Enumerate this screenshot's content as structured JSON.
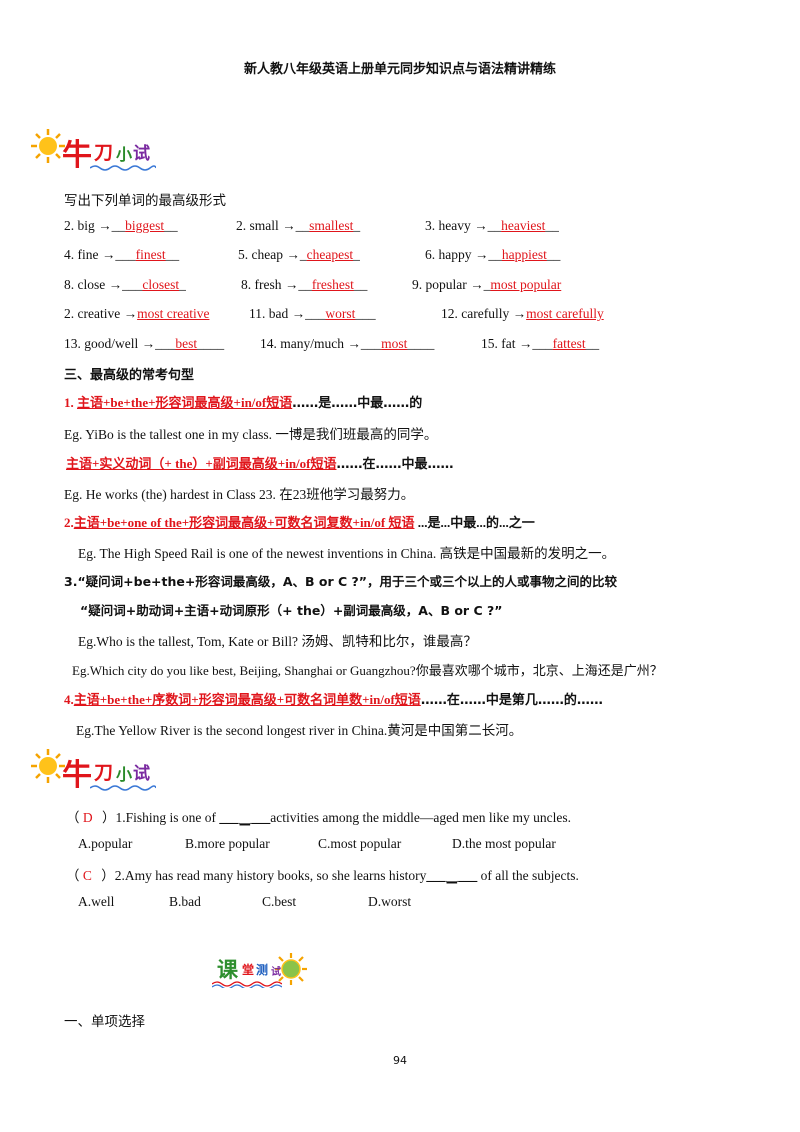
{
  "header": {
    "title": "新人教八年级英语上册单元同步知识点与语法精讲精练"
  },
  "logo1": {
    "niu": "牛",
    "dao": "刀",
    "xiao": "小",
    "shi": "试"
  },
  "ex1": {
    "instruction": "写出下列单词的最高级形式",
    "rows": [
      [
        {
          "prefix": "2. big →",
          "pre": "__",
          "answer": "biggest",
          "post": "__"
        },
        {
          "prefix": "2. small →",
          "pre": "__",
          "answer": "smallest",
          "post": "_"
        },
        {
          "prefix": "3. heavy →",
          "pre": "__",
          "answer": "heaviest",
          "post": "__"
        }
      ],
      [
        {
          "prefix": "4. fine →",
          "pre": "___",
          "answer": "finest",
          "post": "__"
        },
        {
          "prefix": "5. cheap →",
          "pre": "_",
          "answer": "cheapest",
          "post": "_"
        },
        {
          "prefix": "6. happy →",
          "pre": "__",
          "answer": "happiest",
          "post": "__"
        }
      ],
      [
        {
          "prefix": "8. close →",
          "pre": "___",
          "answer": "closest",
          "post": "_"
        },
        {
          "prefix": "8. fresh →",
          "pre": "__",
          "answer": "freshest",
          "post": "__"
        },
        {
          "prefix": "9. popular →",
          "pre": "_",
          "answer": "most  popular",
          "post": ""
        }
      ],
      [
        {
          "prefix": "2. creative →",
          "pre": "",
          "answer": "most creative",
          "post": ""
        },
        {
          "prefix": "11. bad →",
          "pre": "___",
          "answer": "worst",
          "post": "___"
        },
        {
          "prefix": "12. carefully →",
          "pre": "",
          "answer": "most carefully",
          "post": ""
        }
      ],
      [
        {
          "prefix": "13. good/well →",
          "pre": "___",
          "answer": "best",
          "post": "____"
        },
        {
          "prefix": "14. many/much →",
          "pre": "___",
          "answer": "most",
          "post": "____"
        },
        {
          "prefix": "15. fat →",
          "pre": "___",
          "answer": "fattest",
          "post": "__"
        }
      ]
    ]
  },
  "section3": {
    "heading": "三、最高级的常考句型",
    "p1_num": "1. ",
    "p1_formula": "主语+be+the+形容词最高级+in/of短语",
    "p1_tail": "……是……中最……的",
    "eg1": "Eg. YiBo is the tallest one in my class. 一博是我们班最高的同学。",
    "p1b_formula": "主语+实义动词（+ the）+副词最高级+in/of短语",
    "p1b_tail": "……在……中最……",
    "eg2": "Eg. He works (the) hardest in Class 23. 在23班他学习最努力。",
    "p2_num": "2.",
    "p2_formula": "主语+be+one of the+形容词最高级+可数名词复数+in/of 短语",
    "p2_tail": " ...是...中最...的...之一",
    "eg3": "Eg. The High Speed Rail is one of the newest inventions in China. 高铁是中国最新的发明之一。",
    "p3": "3.“疑问词+be+the+形容词最高级，A、B or C ?”，用于三个或三个以上的人或事物之间的比较",
    "p3b": "“疑问词+助动词+主语+动词原形（+ the）+副词最高级，A、B or C ?”",
    "eg4": "Eg.Who is the tallest, Tom, Kate or Bill? 汤姆、凯特和比尔，谁最高？",
    "eg5": "Eg.Which city do you like best, Beijing, Shanghai or Guangzhou?你最喜欢哪个城市，北京、上海还是广州？",
    "p4_num": "4.",
    "p4_formula": "主语+be+the+序数词+形容词最高级+可数名词单数+in/of短语",
    "p4_tail": "……在……中是第几……的……",
    "eg6": "Eg.The Yellow River is the second longest river in China.黄河是中国第二长河。"
  },
  "logo2": {
    "niu": "牛",
    "dao": "刀",
    "xiao": "小",
    "shi": "试"
  },
  "quiz": {
    "q1": {
      "open": "（",
      "answer": "D",
      "close": "）",
      "text_a": "1.Fishing is one of ",
      "blank": "___▁___",
      "text_b": "activities among the middle—aged men like my uncles."
    },
    "q1_options": [
      "A.popular",
      "B.more popular",
      "C.most popular",
      "D.the most popular"
    ],
    "q2": {
      "open": "（",
      "answer": "C",
      "close": "）",
      "text_a": "2.Amy has read many history books, so she learns history",
      "blank": "___▁___",
      "text_b": " of all the subjects."
    },
    "q2_options": [
      "A.well",
      "B.bad",
      "C.best",
      "D.worst"
    ]
  },
  "logo3": {
    "ke": "课",
    "tang": "堂",
    "ce": "测",
    "shi": "试"
  },
  "section_last": {
    "heading": "一、单项选择"
  },
  "page_number": "94"
}
